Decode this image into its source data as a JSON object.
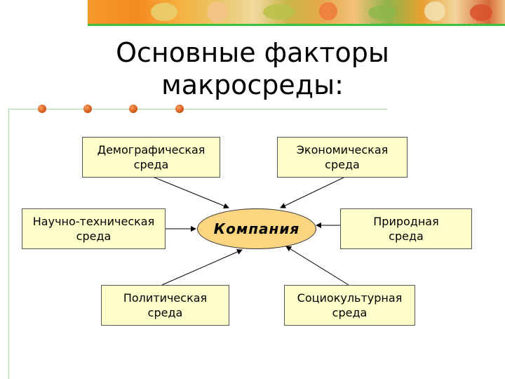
{
  "title": {
    "line1": "Основные факторы",
    "line2": "макросреды:"
  },
  "center_node": "Компания",
  "factors": [
    {
      "label": "Демографическая\nсреда"
    },
    {
      "label": "Экономическая\nсреда"
    },
    {
      "label": "Научно-техническая\nсреда"
    },
    {
      "label": "Природная\nсреда"
    },
    {
      "label": "Политическая\nсреда"
    },
    {
      "label": "Социокультурная\nсреда"
    }
  ],
  "colors": {
    "box_fill": "#ffffcc",
    "center_fill": "#fcd580",
    "accent_green": "#3fbf3f",
    "dot_orange": "#d65a1a"
  }
}
